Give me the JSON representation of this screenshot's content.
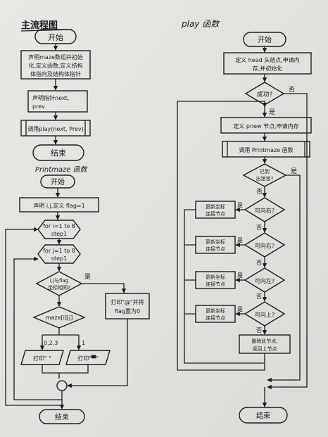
{
  "left": {
    "title": "主流程图",
    "start": "开始",
    "step1_line1": "声明maze数组并初始",
    "step1_line2": "化,定义函数,定义结构",
    "step1_line3": "体指向及结构体指针",
    "step2_line1": "声明指针next,",
    "step2_line2": "prev",
    "step3": "调用play(next, Prev)",
    "end": "结束",
    "sub_title": "Printmaze 函数",
    "sub_start": "开始",
    "sub_step1": "声明 i,j,定义 flag=1",
    "loop_i_line1": "for i=1 to 8",
    "loop_i_line2": "step1",
    "loop_j_line1": "for j=1 to 8",
    "loop_j_line2": "step1",
    "cond_line1": "i,j与flag",
    "cond_line2": "坐标相同?",
    "yes": "是",
    "switch": "maze[i][j]",
    "print_pos_line1": "打印\"@\"并将",
    "print_pos_line2": "flag置为0",
    "case_a": "0,2,3",
    "case_b": "1",
    "print_space": "打印\"  \"",
    "print_wall": "打印\"▀\"",
    "sub_end": "结束"
  },
  "right": {
    "title": "play 函数",
    "start": "开始",
    "step1_line1": "定义 head 头结点,申请内",
    "step1_line2": "存,并初始化",
    "cond_success": "成功?",
    "no": "否",
    "yes": "是",
    "step2": "定义 pnew 节点,申请内存",
    "step3": "调用 Printmaze 函数",
    "cond_exit_line1": "已到",
    "cond_exit_line2": "出迷宫?",
    "cond_right": "可向右?",
    "cond_down": "可向右?",
    "cond_left": "可向左?",
    "cond_up": "可向上?",
    "update_line1": "更新坐标",
    "update_line2": "连接节点",
    "delete_line1": "删除此节点,",
    "delete_line2": "返回上节点",
    "end": "结束"
  }
}
